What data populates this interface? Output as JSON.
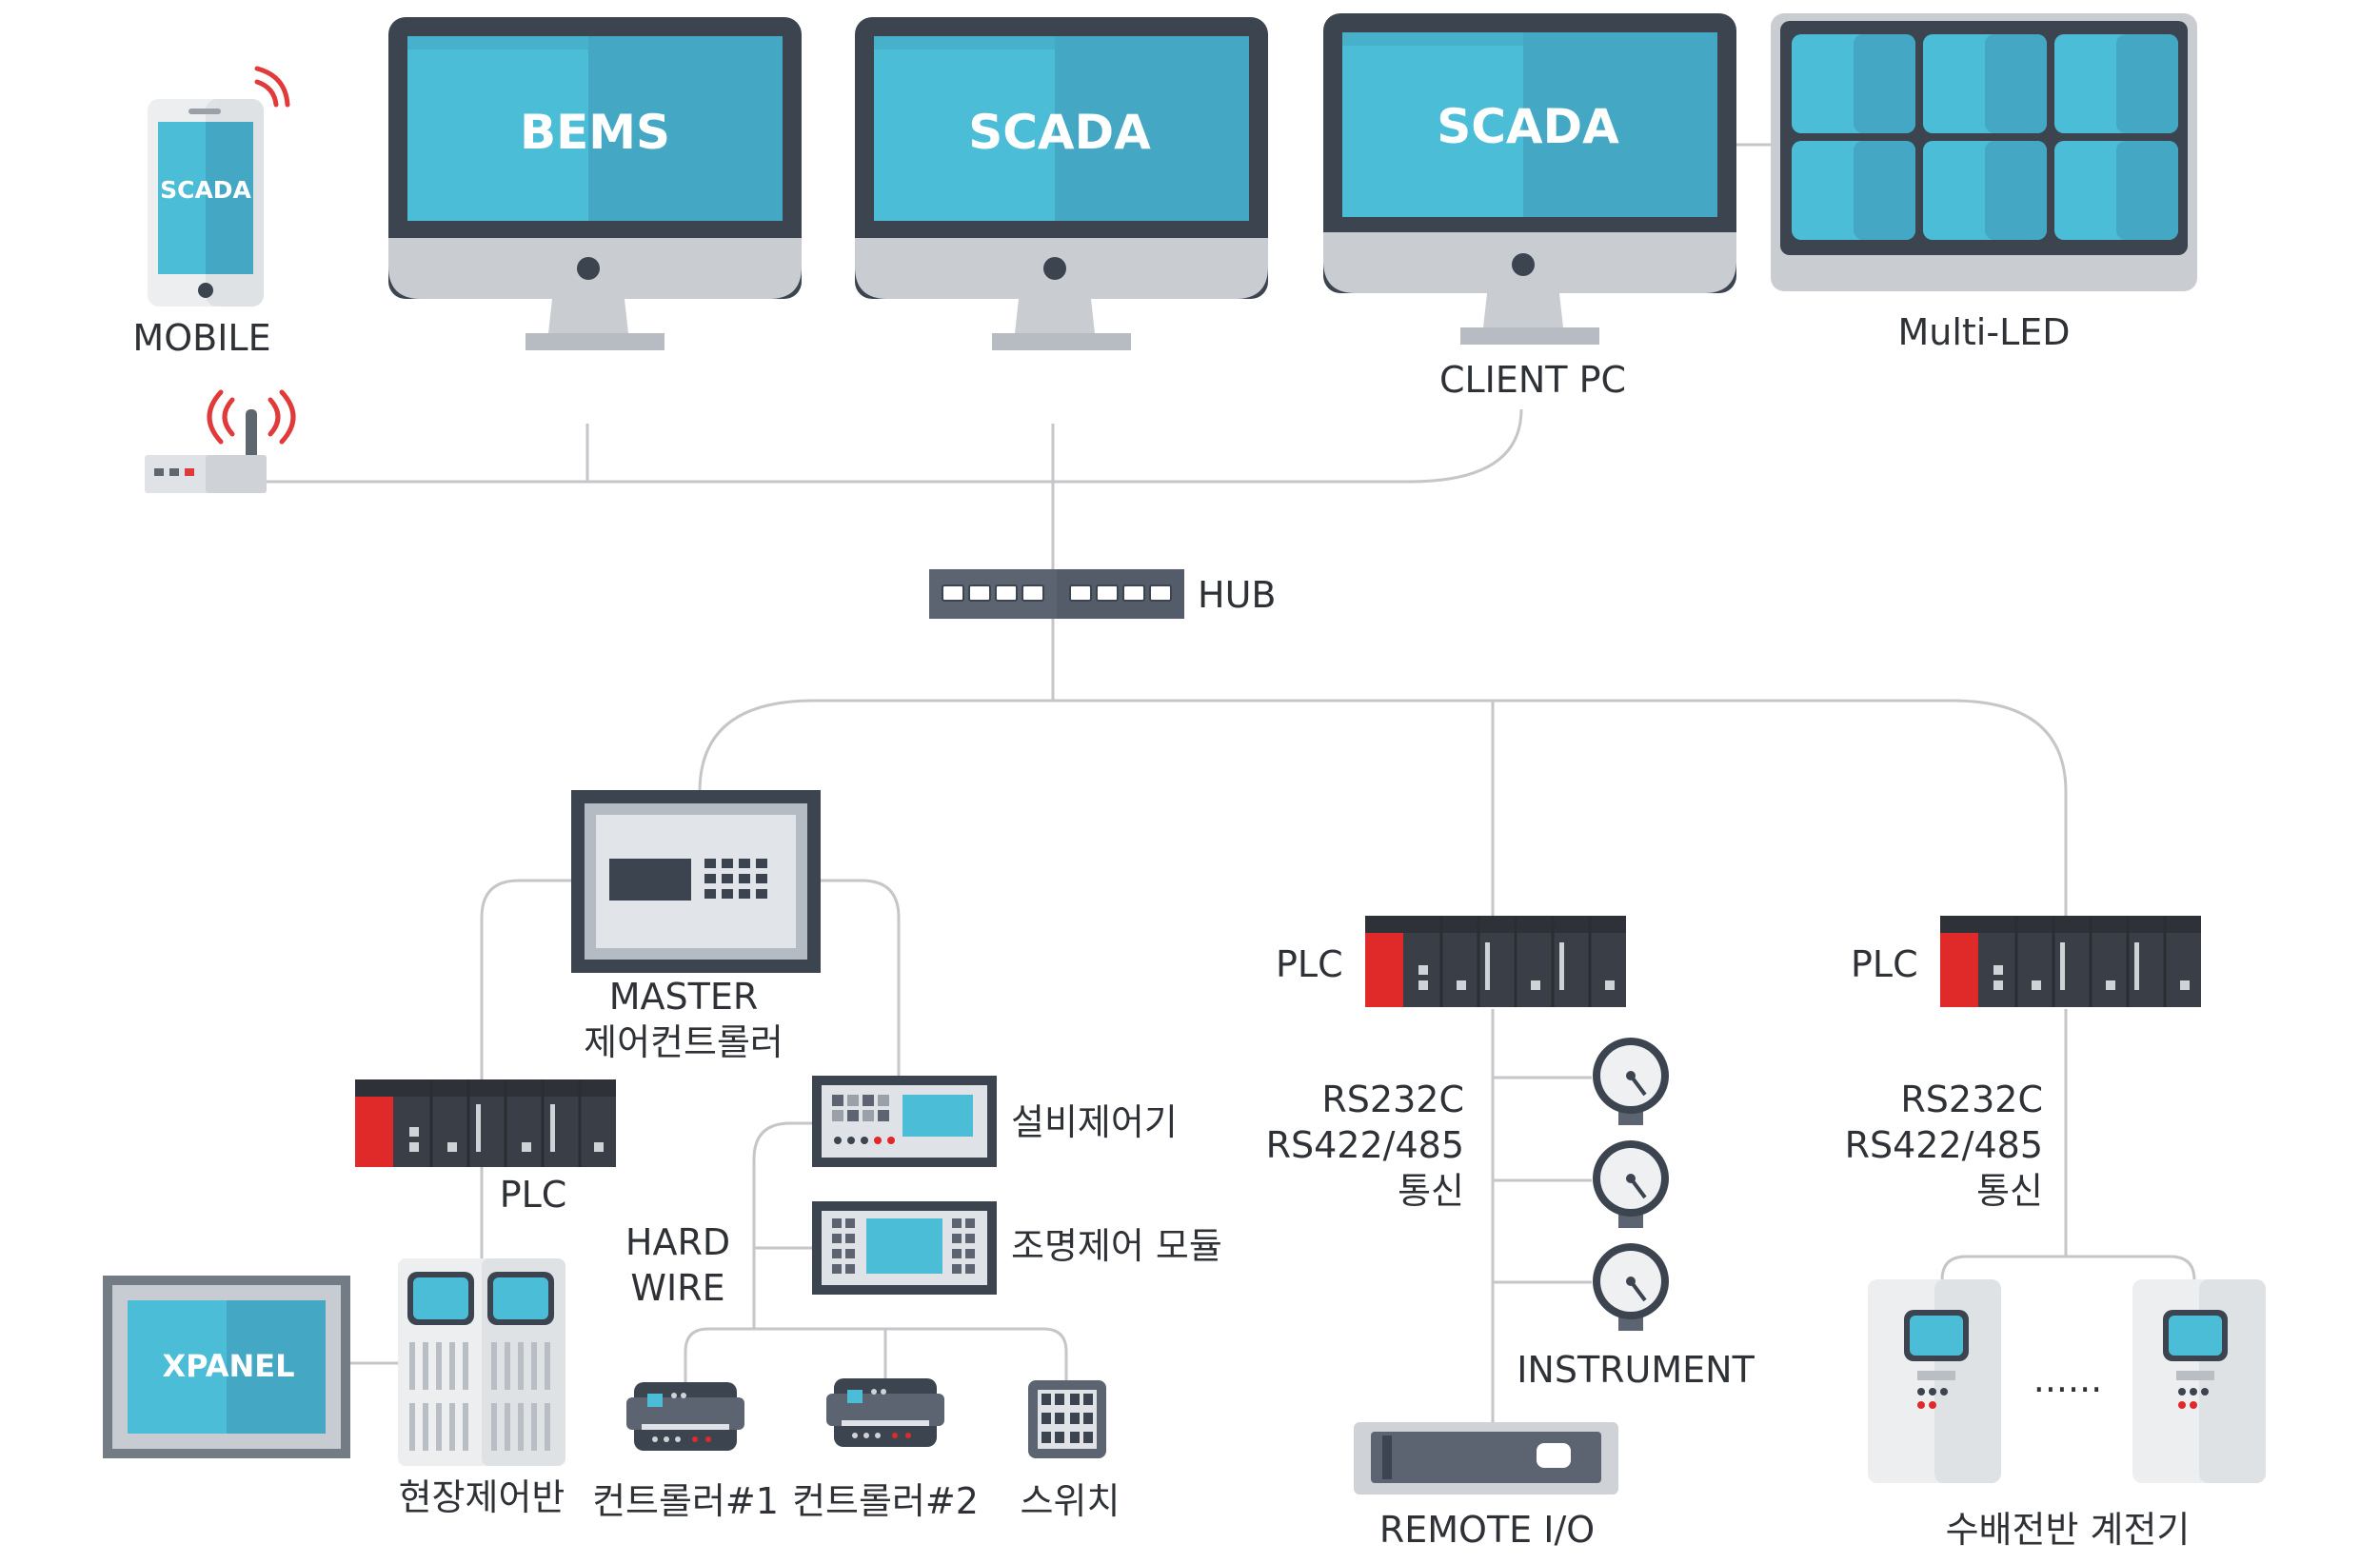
{
  "colors": {
    "screen": "#4cbdd6",
    "screen_shade": "#44a8c4",
    "bezel": "#3c4450",
    "base": "#c9cdd2",
    "plc_red": "#e02a2a",
    "plc_body": "#3a3f47",
    "line": "#c4c6c9",
    "text": "#2e3136"
  },
  "top": {
    "mobile": {
      "screen_text": "SCADA",
      "label": "MOBILE"
    },
    "monitor_bems": {
      "screen_text": "BEMS"
    },
    "monitor_scada": {
      "screen_text": "SCADA"
    },
    "client_pc": {
      "screen_text": "SCADA",
      "label": "CLIENT PC"
    },
    "multi_led": {
      "label": "Multi-LED"
    }
  },
  "hub": {
    "label": "HUB"
  },
  "master": {
    "label_line1": "MASTER",
    "label_line2": "제어컨트롤러"
  },
  "left_plc": {
    "label": "PLC"
  },
  "xpanel": {
    "screen_text": "XPANEL"
  },
  "field_panel": {
    "label": "현장제어반"
  },
  "equip_controller": {
    "label": "설비제어기"
  },
  "lighting_module": {
    "label": "조명제어 모듈"
  },
  "hard_wire": {
    "line1": "HARD",
    "line2": "WIRE"
  },
  "controller1": {
    "label": "컨트롤러#1"
  },
  "controller2": {
    "label": "컨트롤러#2"
  },
  "switch": {
    "label": "스위치"
  },
  "mid_plc": {
    "label": "PLC",
    "comm_line1": "RS232C",
    "comm_line2": "RS422/485",
    "comm_line3": "통신"
  },
  "instrument": {
    "label": "INSTRUMENT"
  },
  "remote_io": {
    "label": "REMOTE I/O"
  },
  "right_plc": {
    "label": "PLC",
    "comm_line1": "RS232C",
    "comm_line2": "RS422/485",
    "comm_line3": "통신"
  },
  "power_panel": {
    "label": "수배전반 계전기",
    "ellipsis": "......"
  }
}
